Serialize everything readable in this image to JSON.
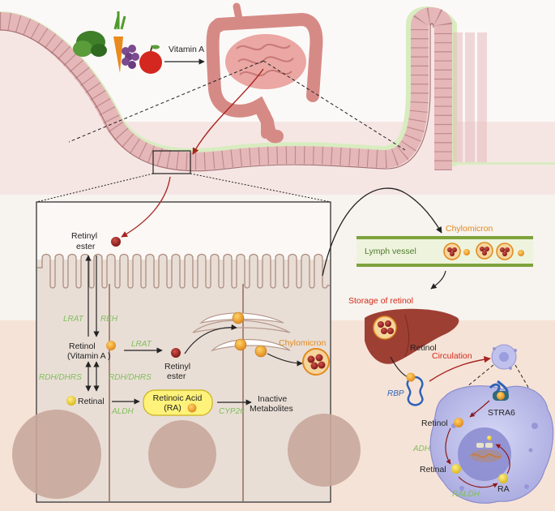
{
  "labels": {
    "vitamin_a": "Vitamin A",
    "retinyl_ester_top_1": "Retinyl",
    "retinyl_ester_top_2": "ester",
    "lrat_left": "LRAT",
    "reh": "REH",
    "retinol_1": "Retinol",
    "retinol_2": "(Vitamin A )",
    "lrat_mid": "LRAT",
    "retinyl_ester_mid_1": "Retinyl",
    "retinyl_ester_mid_2": "ester",
    "rdh_dhrs_left": "RDH/DHRS",
    "rdh_dhrs_right": "RDH/DHRS",
    "retinal": "Retinal",
    "aldh": "ALDH",
    "ra_1": "Retinoic Acid",
    "ra_2": "(RA)",
    "cyp26": "CYP26",
    "inactive_1": "Inactive",
    "inactive_2": "Metabolites",
    "chylomicron_cell": "Chylomicron",
    "chylomicron_top": "Chylomicron",
    "lymph_vessel": "Lymph vessel",
    "storage": "Storage of retinol",
    "retinol_liver": "Retinol",
    "rbp": "RBP",
    "circulation": "Circulation",
    "stra6": "STRA6",
    "retinol_target": "Retinol",
    "adh": "ADH",
    "retinal_target": "Retinal",
    "raldh": "RALDH",
    "ra_target": "RA"
  },
  "colors": {
    "label_green": "#7fbf5a",
    "label_orange": "#e08a1e",
    "label_red": "#d42a1a",
    "label_blue": "#2f62b8",
    "arrow_red": "#a8231f",
    "cell_fill": "#e9ded6",
    "cell_border": "#a9877a",
    "tissue_pink": "#e6b7b9",
    "tissue_green": "#d8ecc0",
    "lymph_green": "#7ea33d",
    "liver": "#9e3f34",
    "target_cell": "#b7b8e6",
    "ra_highlight": "#fff27a"
  }
}
